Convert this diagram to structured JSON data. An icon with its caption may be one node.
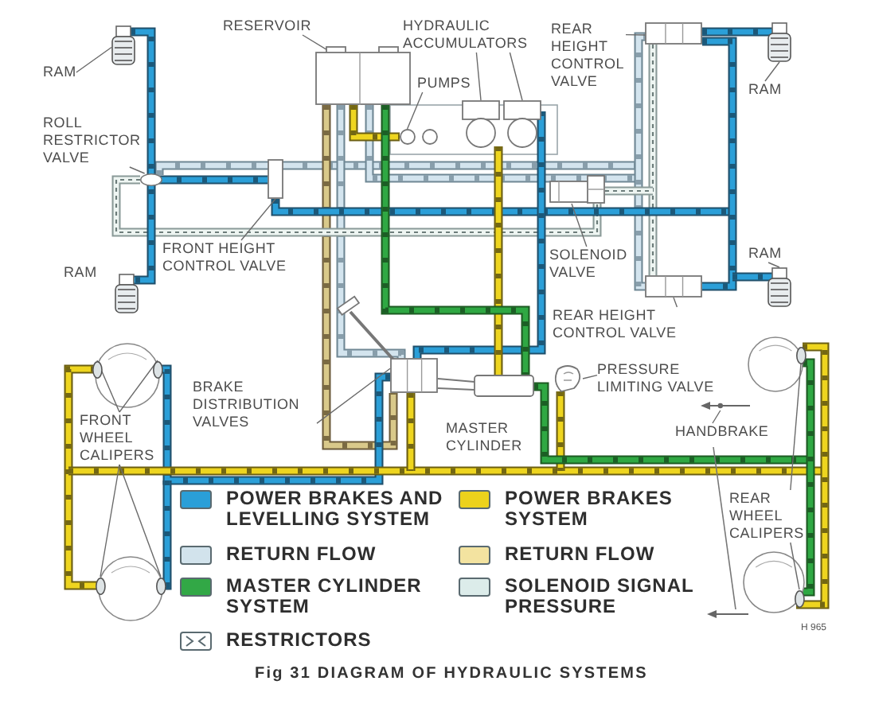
{
  "diagram": {
    "caption": "Fig 31 DIAGRAM OF HYDRAULIC SYSTEMS",
    "nodes": [
      {
        "text": [
          "RESERVOIR"
        ]
      },
      {
        "text": [
          "HYDRAULIC ACCUMULATORS"
        ]
      },
      {
        "text": [
          "REAR HEIGHT CONTROL VALVE"
        ]
      },
      {
        "text": [
          "RAM"
        ]
      },
      {
        "text": [
          "PUMPS"
        ]
      },
      {
        "text": [
          "RAM"
        ]
      },
      {
        "text": [
          "ROLL RESTRICTOR VALVE"
        ]
      },
      {
        "text": [
          "SOLENOID VALVE"
        ]
      },
      {
        "text": [
          "FRONT HEIGHT CONTROL VALVE"
        ]
      },
      {
        "text": [
          "RAM"
        ]
      },
      {
        "text": [
          "RAM"
        ]
      },
      {
        "text": [
          "REAR HEIGHT CONTROL VALVE"
        ]
      },
      {
        "text": [
          "BRAKE DISTRIBUTION VALVES"
        ]
      },
      {
        "text": [
          "PRESSURE LIMITING VALVE"
        ]
      },
      {
        "text": [
          "FRONT WHEEL CALIPERS"
        ]
      },
      {
        "text": [
          "MASTER CYLINDER"
        ]
      },
      {
        "text": [
          "HANDBRAKE"
        ]
      },
      {
        "text": [
          "REAR WHEEL CALIPERS"
        ]
      },
      {
        "text": [],
        "shape": "box"
      },
      {
        "text": [],
        "shape": "picture"
      },
      {
        "text": [],
        "shape": "picture"
      },
      {
        "text": [],
        "shape": "circle"
      },
      {
        "text": [],
        "shape": "box"
      },
      {
        "text": [],
        "shape": "cylinder"
      },
      {
        "text": [],
        "shape": "cylinder"
      },
      {
        "text": [],
        "shape": "circle"
      },
      {
        "text": [],
        "shape": "box"
      },
      {
        "text": [],
        "shape": "box"
      },
      {
        "text": [],
        "shape": "cylinder"
      },
      {
        "text": [],
        "shape": "box"
      },
      {
        "text": [],
        "shape": "box"
      },
      {
        "text": [],
        "shape": "picture"
      },
      {
        "text": [],
        "shape": "circle"
      },
      {
        "text": [],
        "shape": "circle"
      },
      {
        "text": [],
        "shape": "circle"
      },
      {
        "text": [],
        "shape": "circle"
      },
      {
        "text": [],
        "shape": "picture"
      },
      {
        "text": [],
        "shape": "circle"
      },
      {
        "text": [],
        "shape": "circle"
      }
    ],
    "edges": [
      {
        "from": 0,
        "to": 18,
        "arrow": "none"
      },
      {
        "from": 1,
        "to": 19,
        "arrow": "none"
      },
      {
        "from": 1,
        "to": 20,
        "arrow": "none"
      },
      {
        "from": 2,
        "to": 22,
        "arrow": "none"
      },
      {
        "from": 3,
        "to": 23,
        "arrow": "none"
      },
      {
        "from": 4,
        "to": 21,
        "arrow": "none"
      },
      {
        "from": 5,
        "to": 24,
        "arrow": "none"
      },
      {
        "from": 6,
        "to": 25,
        "arrow": "none"
      },
      {
        "from": 7,
        "to": 26,
        "arrow": "none"
      },
      {
        "from": 8,
        "to": 27,
        "arrow": "none"
      },
      {
        "from": 9,
        "to": 28,
        "arrow": "none"
      },
      {
        "from": 11,
        "to": 29,
        "arrow": "none"
      },
      {
        "from": 12,
        "to": 30,
        "arrow": "none"
      },
      {
        "from": 13,
        "to": 31,
        "arrow": "none"
      },
      {
        "from": 14,
        "to": 32,
        "arrow": "none"
      },
      {
        "from": 14,
        "to": 33,
        "arrow": "none"
      },
      {
        "from": 14,
        "to": 34,
        "arrow": "none"
      },
      {
        "from": 14,
        "to": 35,
        "arrow": "none"
      },
      {
        "from": 16,
        "to": 36,
        "arrow": "none"
      },
      {
        "from": 17,
        "to": 37,
        "arrow": "none"
      },
      {
        "from": 17,
        "to": 38,
        "arrow": "none"
      }
    ],
    "labels": [
      "H 965"
    ],
    "legend": [
      {
        "text": "POWER BRAKES AND LEVELLING SYSTEM",
        "color": "#2a9fd8"
      },
      {
        "text": "POWER BRAKES SYSTEM",
        "color": "#ecd21c"
      },
      {
        "text": "RETURN FLOW",
        "color": "#d2e3ec"
      },
      {
        "text": "RETURN FLOW",
        "color": "#f3e3a0"
      },
      {
        "text": "MASTER CYLINDER SYSTEM",
        "color": "#32a846"
      },
      {
        "text": "SOLENOID SIGNAL PRESSURE",
        "color": "#dcecea"
      },
      {
        "text": "RESTRICTORS"
      }
    ]
  }
}
